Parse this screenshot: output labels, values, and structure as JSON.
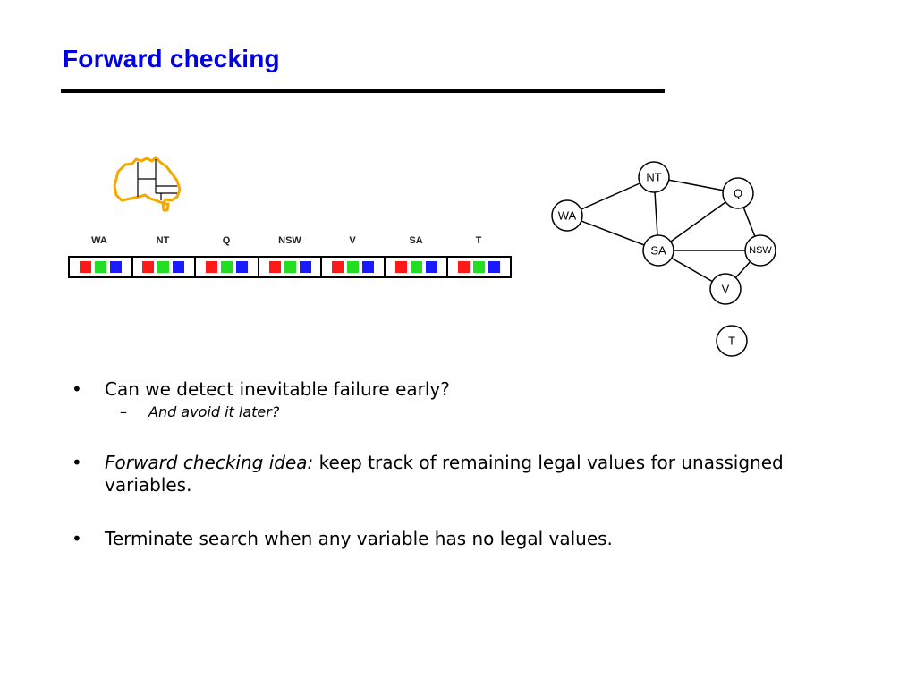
{
  "slide": {
    "title": "Forward checking"
  },
  "domains": {
    "variables": [
      "WA",
      "NT",
      "Q",
      "NSW",
      "V",
      "SA",
      "T"
    ],
    "colors": {
      "red": "#ff1a1a",
      "green": "#22dd22",
      "blue": "#1a1aff"
    }
  },
  "graph": {
    "nodes": [
      "NT",
      "Q",
      "WA",
      "SA",
      "NSW",
      "V",
      "T"
    ]
  },
  "bullets": [
    {
      "text": "Can we detect inevitable failure early?",
      "sub": "And avoid it later?"
    },
    {
      "prefix": "Forward checking idea:",
      "text": " keep track of remaining legal values for unassigned variables."
    },
    {
      "text": "Terminate search when any variable has no legal values."
    }
  ],
  "glyphs": {
    "bullet": "•",
    "dash": "–"
  }
}
